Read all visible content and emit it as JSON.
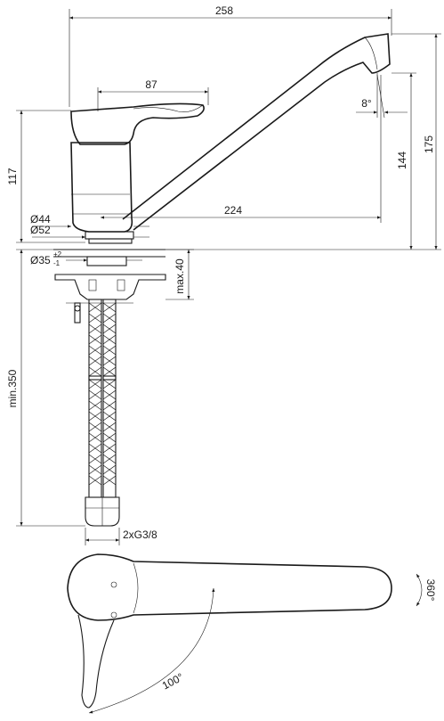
{
  "dimensions": {
    "overall_width": "258",
    "handle_width": "87",
    "spout_angle": "8°",
    "height_total": "175",
    "height_spout": "144",
    "height_body": "117",
    "spout_reach": "224",
    "diameter_44": "Ø44",
    "diameter_52": "Ø52",
    "hole_diameter": "Ø35",
    "hole_tolerance_plus": "+2",
    "hole_tolerance_minus": "-1",
    "max_thickness": "max.40",
    "hose_length": "min.350",
    "connection": "2xG3/8",
    "rotation": "360°",
    "lever_angle": "100°"
  },
  "colors": {
    "ink": "#1a1a1a",
    "background": "#ffffff"
  }
}
